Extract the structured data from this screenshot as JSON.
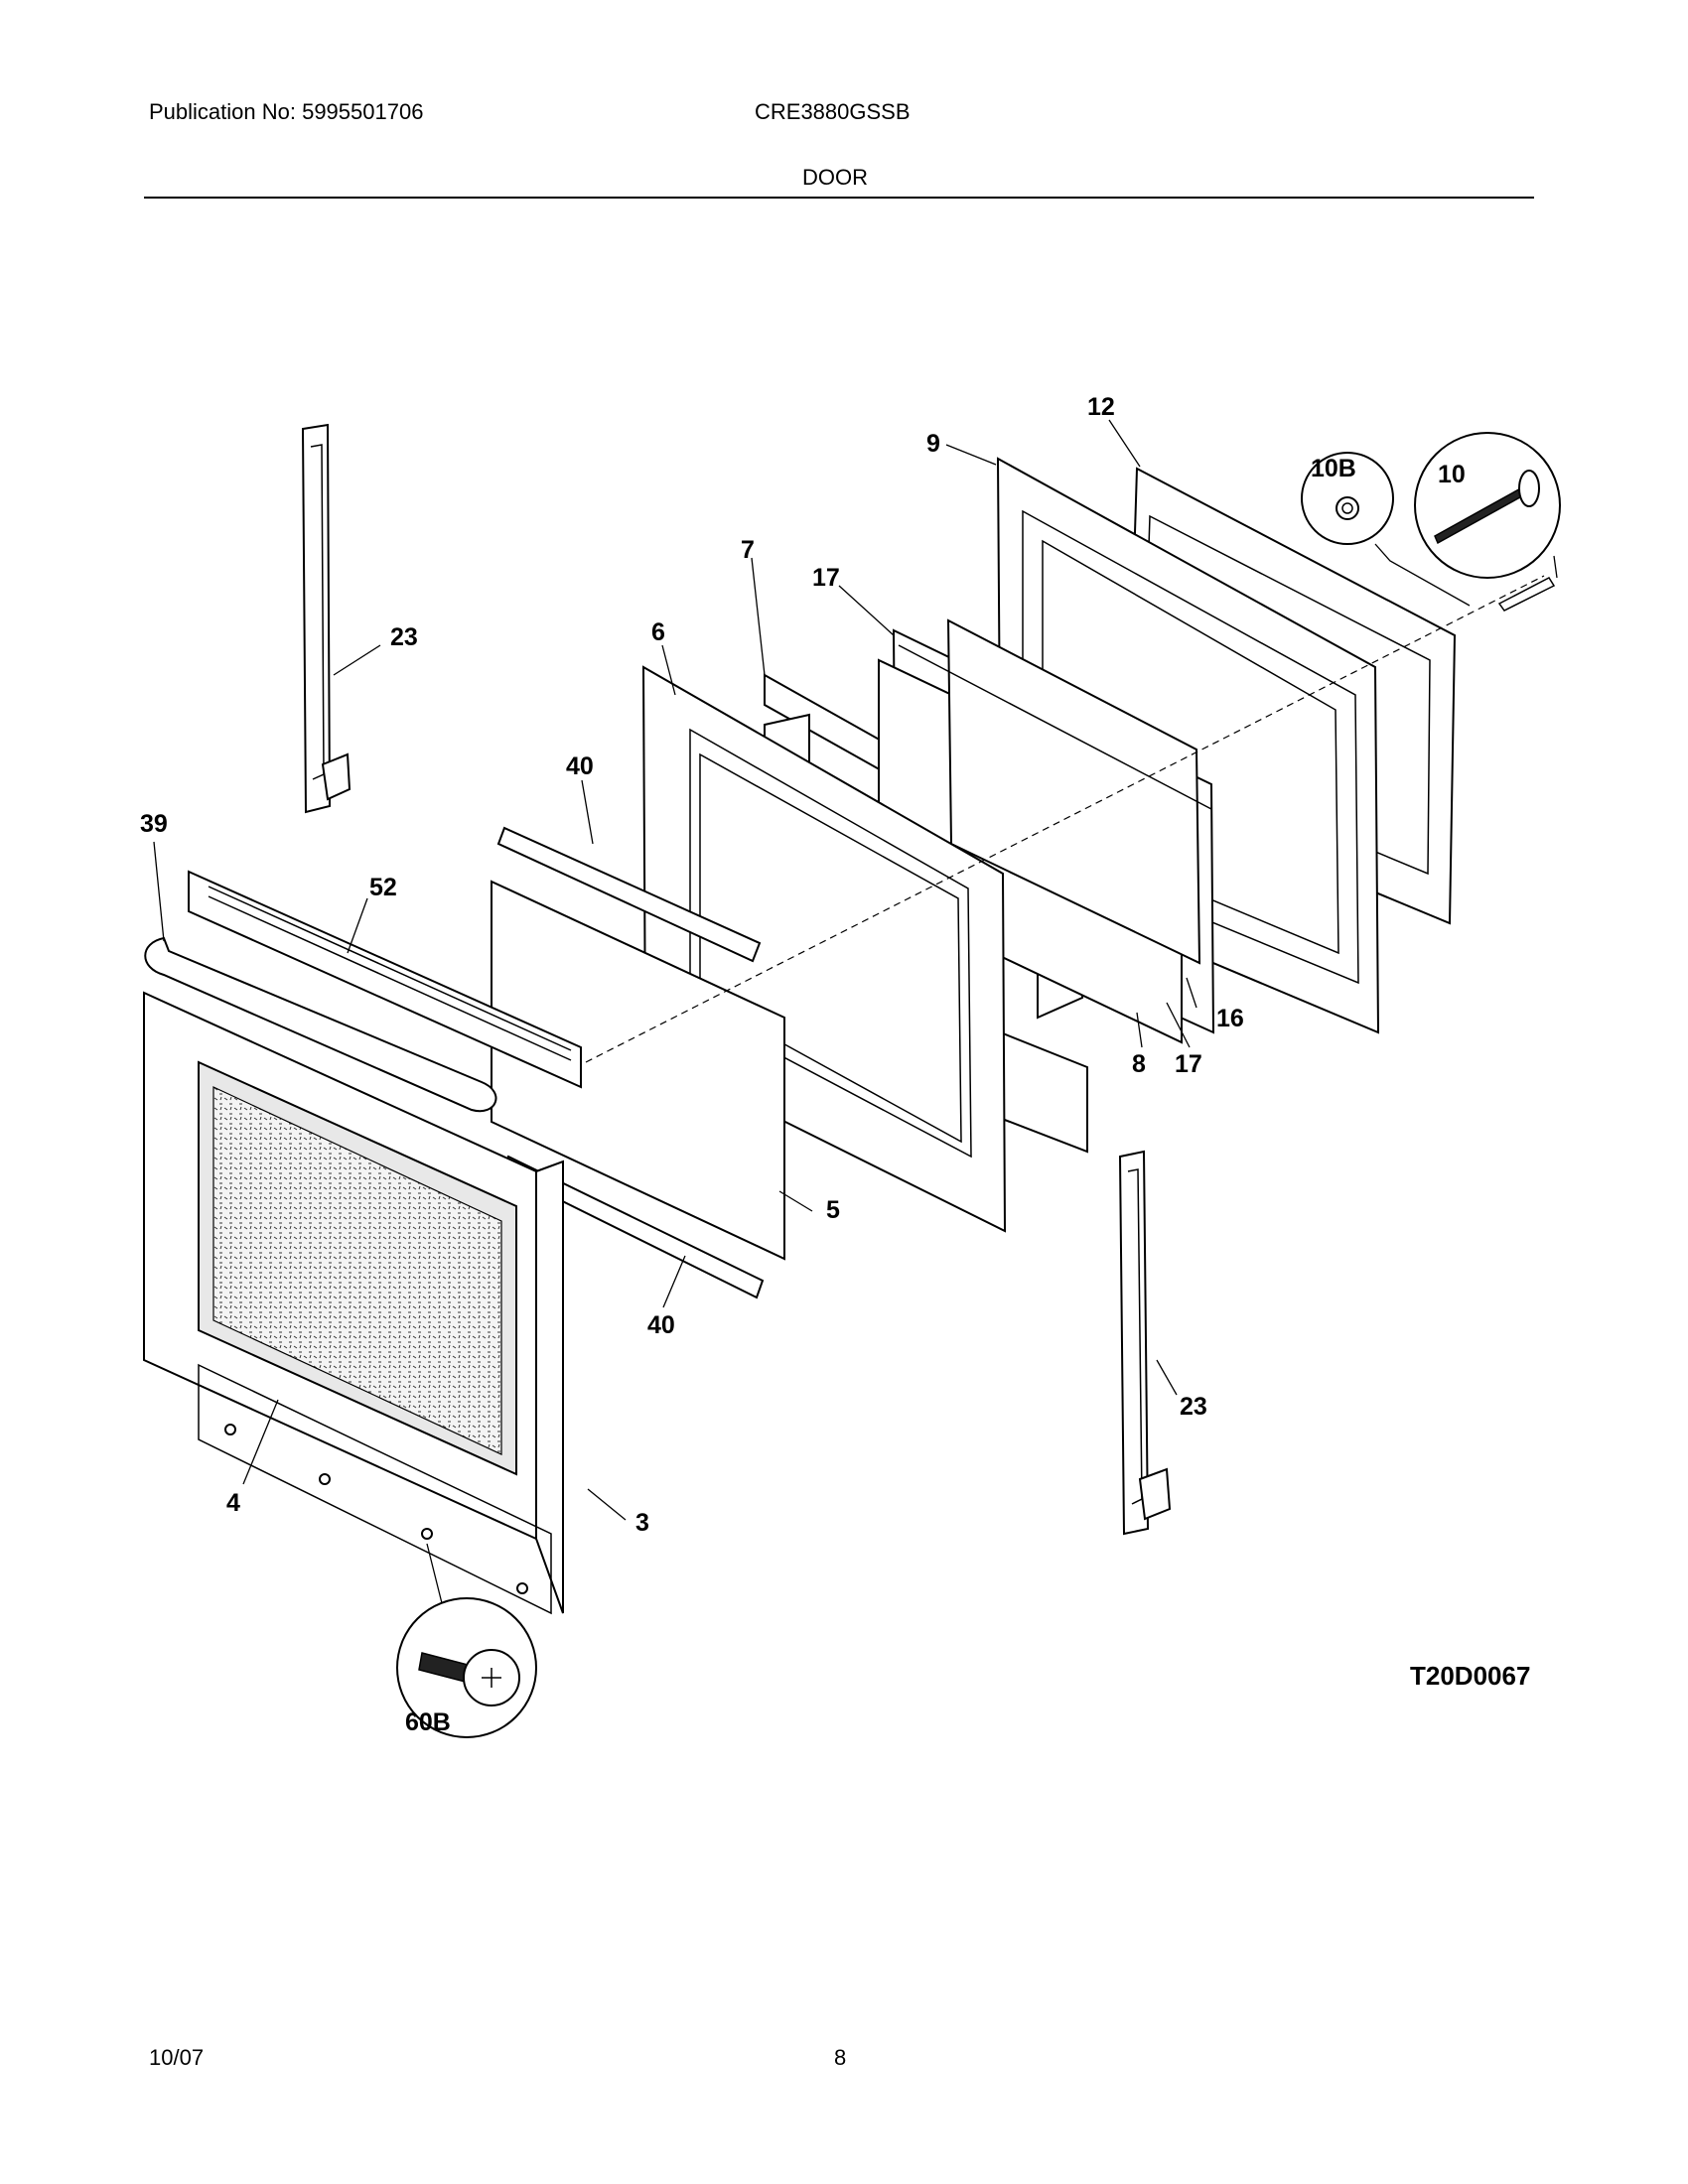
{
  "header": {
    "publication": "Publication No: 5995501706",
    "model": "CRE3880GSSB",
    "section": "DOOR"
  },
  "footer": {
    "date": "10/07",
    "page": "8"
  },
  "diagram": {
    "code": "T20D0067",
    "callouts": {
      "c12": "12",
      "c9": "9",
      "c10b": "10B",
      "c10": "10",
      "c7": "7",
      "c17a": "17",
      "c6": "6",
      "c23a": "23",
      "c40a": "40",
      "c39": "39",
      "c52": "52",
      "c16": "16",
      "c8": "8",
      "c17b": "17",
      "c5": "5",
      "c40b": "40",
      "c23b": "23",
      "c4": "4",
      "c3": "3",
      "c60b": "60B"
    }
  }
}
